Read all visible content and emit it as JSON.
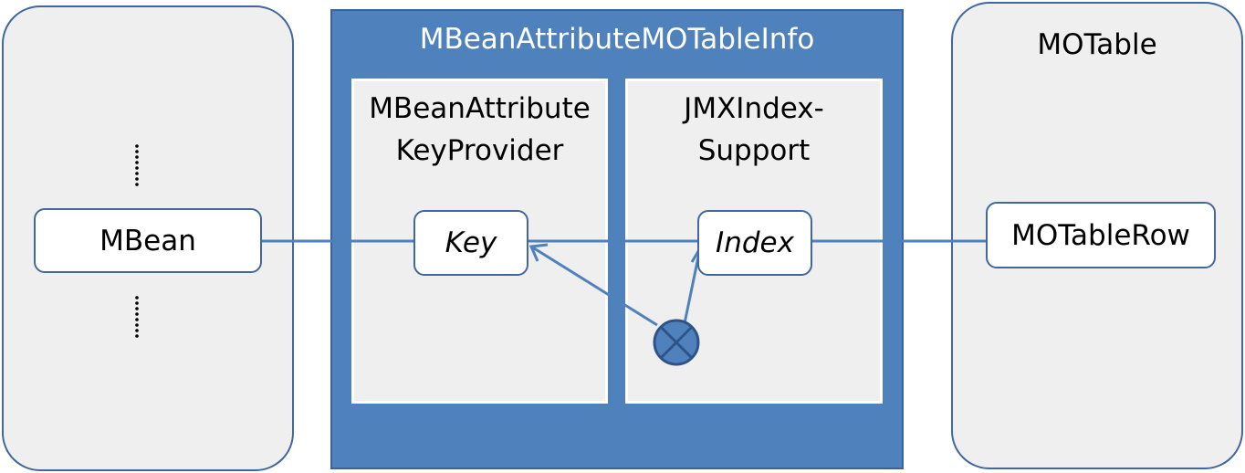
{
  "left_panel": {
    "mbean_label": "MBean",
    "ellipsis_glyph": "dotted-vertical"
  },
  "center_panel": {
    "title": "MBeanAttributeMOTableInfo",
    "key_provider": {
      "title": "MBeanAttribute\nKeyProvider",
      "key_label": "Key"
    },
    "index_support": {
      "title": "JMXIndex-\nSupport",
      "index_label": "Index"
    },
    "junction_icon": "circle-cross-icon"
  },
  "right_panel": {
    "title": "MOTable",
    "row_label": "MOTableRow"
  },
  "colors": {
    "primary_blue": "#4f81bd",
    "border_blue": "#41679b",
    "panel_gray": "#efefef"
  }
}
